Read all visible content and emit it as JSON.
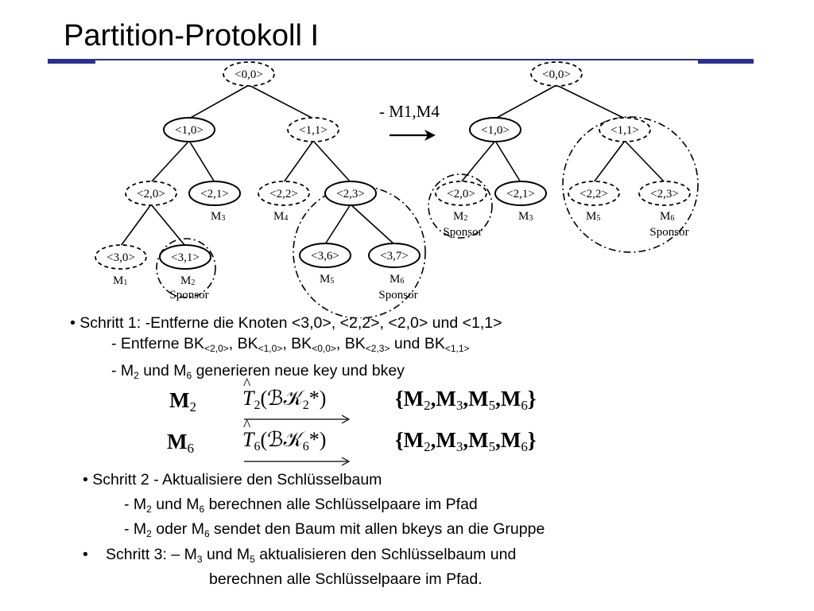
{
  "title": "Partition-Protokoll I",
  "tree_left": {
    "nodes": [
      "<0,0>",
      "<1,0>",
      "<1,1>",
      "<2,0>",
      "<2,1>",
      "<2,2>",
      "<2,3>",
      "<3,0>",
      "<3,1>",
      "<3,6>",
      "<3,7>"
    ],
    "members": [
      "M1",
      "M2",
      "M3",
      "M4",
      "M5",
      "M6"
    ],
    "sponsors": [
      "Sponsor",
      "Sponsor"
    ]
  },
  "transition_label": "- M1,M4",
  "tree_right": {
    "nodes": [
      "<0,0>",
      "<1,0>",
      "<1,1>",
      "<2,0>",
      "<2,1>",
      "<2,2>",
      "<2,3>"
    ],
    "members": [
      "M2",
      "M3",
      "M5",
      "M6"
    ],
    "sponsors": [
      "Sponsor",
      "Sponsor"
    ]
  },
  "step1": {
    "line1": "• Schritt 1: -Entferne die Knoten <3,0>, <2,2>, <2,0> und <1,1>",
    "line2_prefix": "- Entferne BK",
    "bk": [
      {
        "sub": "<2,0>",
        "sep": ", BK"
      },
      {
        "sub": "<1,0>",
        "sep": ", BK"
      },
      {
        "sub": "<0,0>",
        "sep": ", BK"
      },
      {
        "sub": "<2,3>",
        "sep": " und BK"
      },
      {
        "sub": "<1,1>",
        "sep": ""
      }
    ],
    "line3_a": "- M",
    "line3_sub1": "2",
    "line3_b": " und M",
    "line3_sub2": "6",
    "line3_c": " generieren neue key und bkey"
  },
  "formulas": [
    {
      "sender": "M",
      "sender_sub": "2",
      "t": "T",
      "t_sub": "2",
      "arg": "(ℬ𝒦",
      "arg_sub": "2",
      "arg_end": "*)",
      "set": [
        "M",
        "2",
        "M",
        "3",
        "M",
        "5",
        "M",
        "6"
      ]
    },
    {
      "sender": "M",
      "sender_sub": "6",
      "t": "T",
      "t_sub": "6",
      "arg": "(ℬ𝒦",
      "arg_sub": "6",
      "arg_end": "*)",
      "set": [
        "M",
        "2",
        "M",
        "3",
        "M",
        "5",
        "M",
        "6"
      ]
    }
  ],
  "step2": {
    "heading": "• Schritt 2 - Aktualisiere den Schlüsselbaum",
    "l1_a": "- M",
    "l1_s1": "2",
    "l1_b": " und M",
    "l1_s2": "6",
    "l1_c": " berechnen alle Schlüsselpaare im Pfad",
    "l2_a": "- M",
    "l2_s1": "2",
    "l2_b": " oder M",
    "l2_s2": "6",
    "l2_c": " sendet den Baum mit allen bkeys an die Gruppe"
  },
  "step3": {
    "bullet": "•",
    "a": "Schritt 3: – M",
    "s1": "3",
    "b": " und M",
    "s2": "5",
    "c": " aktualisieren den Schlüsselbaum und",
    "line2": "berechnen alle Schlüsselpaare im Pfad."
  }
}
